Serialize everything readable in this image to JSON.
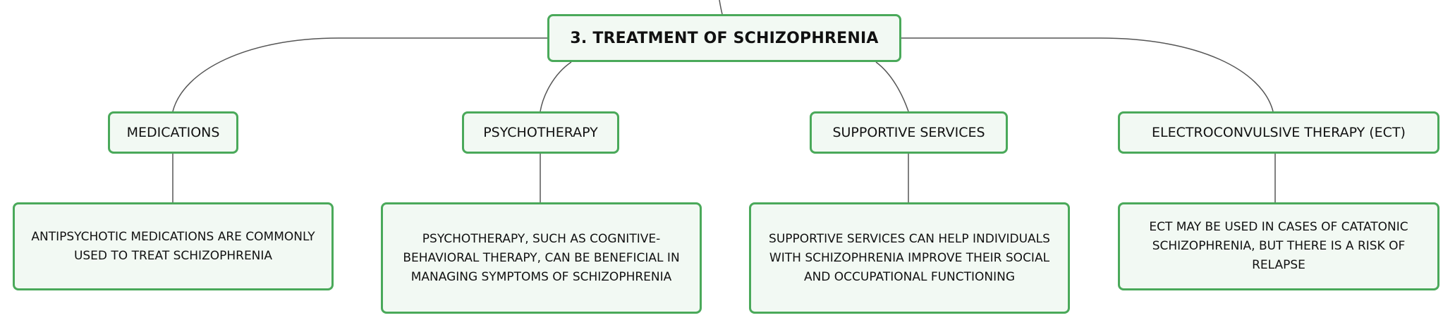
{
  "diagram": {
    "root": {
      "label": "3. TREATMENT OF SCHIZOPHRENIA"
    },
    "branches": [
      {
        "label": "MEDICATIONS",
        "detail": "ANTIPSYCHOTIC MEDICATIONS ARE COMMONLY USED TO TREAT SCHIZOPHRENIA"
      },
      {
        "label": "PSYCHOTHERAPY",
        "detail": "PSYCHOTHERAPY, SUCH AS COGNITIVE-BEHAVIORAL THERAPY, CAN BE BENEFICIAL IN MANAGING SYMPTOMS OF SCHIZOPHRENIA"
      },
      {
        "label": "SUPPORTIVE SERVICES",
        "detail": "SUPPORTIVE SERVICES CAN HELP INDIVIDUALS WITH SCHIZOPHRENIA IMPROVE THEIR SOCIAL AND OCCUPATIONAL FUNCTIONING"
      },
      {
        "label": "ELECTROCONVULSIVE THERAPY (ECT)",
        "detail": "ECT MAY BE USED IN CASES OF CATATONIC SCHIZOPHRENIA, BUT THERE IS A RISK OF RELAPSE"
      }
    ]
  },
  "colors": {
    "node_border": "#4aa95a",
    "node_fill": "#f2f9f3",
    "connector": "#555555",
    "text": "#111111"
  }
}
